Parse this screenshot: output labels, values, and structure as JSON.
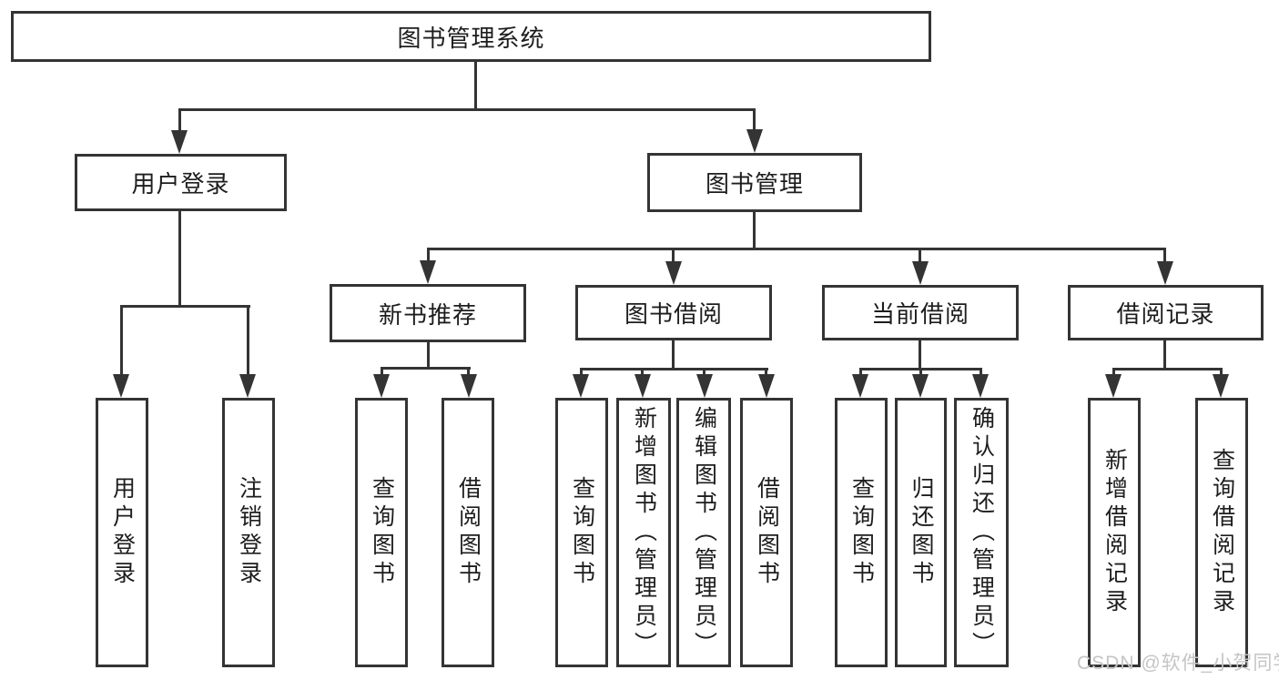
{
  "diagram_type": "hierarchy-tree",
  "colors": {
    "line": "#343434",
    "box_border": "#343434",
    "box_background": "#ffffff",
    "text": "#1d1d1d",
    "watermark": "#c5c5c5",
    "page_background": "#ffffff"
  },
  "watermark": {
    "text": "CSDN @软件_小贺同学"
  },
  "structure": [
    {
      "label": "图书管理系统",
      "children": [
        {
          "label": "用户登录",
          "children": [
            {
              "label": "用户登录"
            },
            {
              "label": "注销登录"
            }
          ]
        },
        {
          "label": "图书管理",
          "children": [
            {
              "label": "新书推荐",
              "children": [
                {
                  "label": "查询图书"
                },
                {
                  "label": "借阅图书"
                }
              ]
            },
            {
              "label": "图书借阅",
              "children": [
                {
                  "label": "查询图书"
                },
                {
                  "label": "新增图书（管理员）"
                },
                {
                  "label": "编辑图书（管理员）"
                },
                {
                  "label": "借阅图书"
                }
              ]
            },
            {
              "label": "当前借阅",
              "children": [
                {
                  "label": "查询图书"
                },
                {
                  "label": "归还图书"
                },
                {
                  "label": "确认归还（管理员）"
                }
              ]
            },
            {
              "label": "借阅记录",
              "children": [
                {
                  "label": "新增借阅记录"
                },
                {
                  "label": "查询借阅记录"
                }
              ]
            }
          ]
        }
      ]
    }
  ]
}
